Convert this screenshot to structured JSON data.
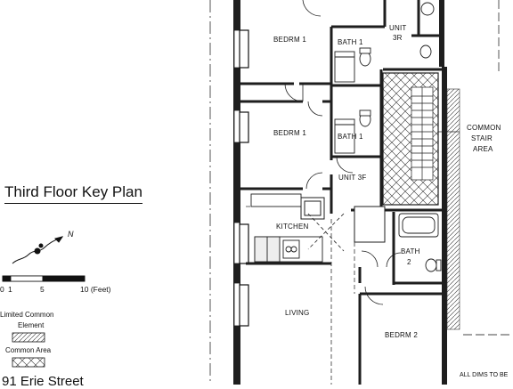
{
  "plan_title": "Third Floor Key Plan",
  "north_label": "N",
  "scale": {
    "ticks": [
      "0",
      "1",
      "5",
      "10 (Feet)"
    ]
  },
  "legend": {
    "limited_common_line1": "Limited Common",
    "limited_common_line2": "Element",
    "common_area": "Common Area"
  },
  "rooms": {
    "bedroom_top": "BEDRM 1",
    "bedroom_mid": "BEDRM 1",
    "bath_top": "BATH 1",
    "bath_mid": "BATH 1",
    "unit_3r_line1": "UNIT",
    "unit_3r_line2": "3R",
    "unit_3f": "UNIT 3F",
    "kitchen": "KITCHEN",
    "living": "LIVING",
    "bath2_line1": "BATH",
    "bath2_line2": "2",
    "bedroom_2": "BEDRM 2"
  },
  "stair": {
    "line1": "COMMON",
    "line2": "STAIR",
    "line3": "AREA"
  },
  "street_fragment": "91 Erie Street",
  "dims_note": "ALL DIMS TO BE"
}
